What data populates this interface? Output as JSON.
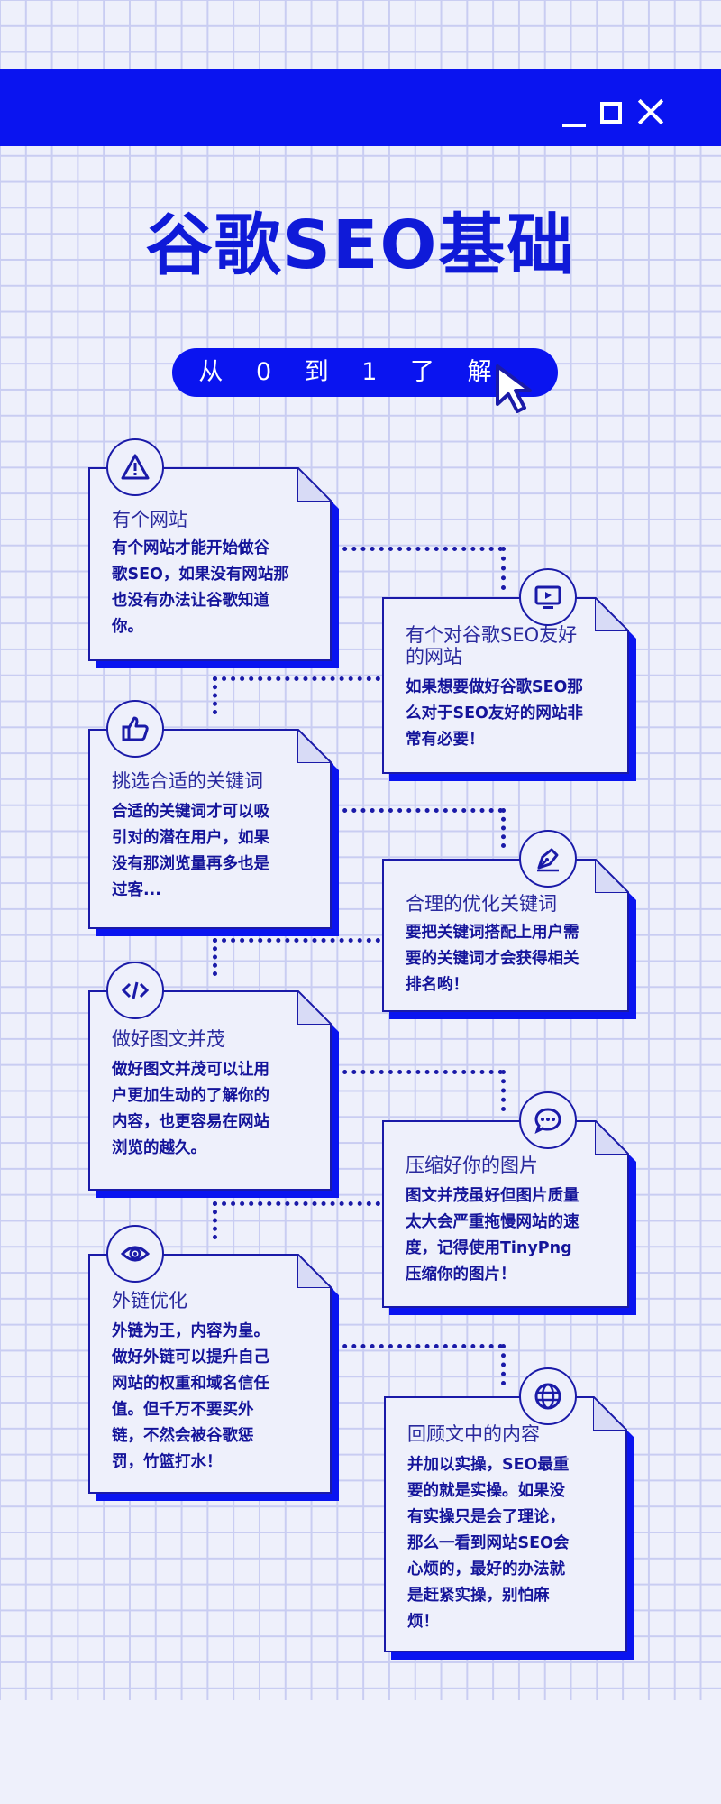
{
  "title": "谷歌SEO基础",
  "subtitle": "从 0 到 1 了 解",
  "window_controls": {
    "minimize": "minimize",
    "maximize": "maximize",
    "close": "close"
  },
  "cards": [
    {
      "title": "有个网站",
      "text": "有个网站才能开始做谷歌SEO，如果没有网站那也没有办法让谷歌知道你。",
      "icon": "warning-icon"
    },
    {
      "title": "有个对谷歌SEO友好的网站",
      "text": "如果想要做好谷歌SEO那么对于SEO友好的网站非常有必要！",
      "icon": "video-screen-icon"
    },
    {
      "title": "挑选合适的关键词",
      "text": "合适的关键词才可以吸引对的潜在用户，如果没有那浏览量再多也是过客...",
      "icon": "thumbs-up-icon"
    },
    {
      "title": "合理的优化关键词",
      "text": "要把关键词搭配上用户需要的关键词才会获得相关排名哟！",
      "icon": "pen-nib-icon"
    },
    {
      "title": "做好图文并茂",
      "text": "做好图文并茂可以让用户更加生动的了解你的内容，也更容易在网站浏览的越久。",
      "icon": "code-icon"
    },
    {
      "title": "压缩好你的图片",
      "text": "图文并茂虽好但图片质量太大会严重拖慢网站的速度，记得使用TinyPng压缩你的图片！",
      "icon": "chat-bubble-icon"
    },
    {
      "title": "外链优化",
      "text": "外链为王，内容为皇。做好外链可以提升自己网站的权重和域名信任值。但千万不要买外链，不然会被谷歌惩罚，竹篮打水！",
      "icon": "eye-icon"
    },
    {
      "title": "回顾文中的内容",
      "text": "并加以实操，SEO最重要的就是实操。如果没有实操只是会了理论，那么一看到网站SEO会心烦的，最好的办法就是赶紧实操，别怕麻烦！",
      "icon": "globe-icon"
    }
  ],
  "card_lines": [
    [
      "有个网站才能开始做谷",
      "歌SEO，如果没有网站那",
      "也没有办法让谷歌知道",
      "你。"
    ],
    [
      "如果想要做好谷歌SEO那",
      "么对于SEO友好的网站非",
      "常有必要！"
    ],
    [
      "合适的关键词才可以吸",
      "引对的潜在用户，如果",
      "没有那浏览量再多也是",
      "过客..."
    ],
    [
      "要把关键词搭配上用户需",
      "要的关键词才会获得相关",
      "排名哟！"
    ],
    [
      "做好图文并茂可以让用",
      "户更加生动的了解你的",
      "内容，也更容易在网站",
      "浏览的越久。"
    ],
    [
      "图文并茂虽好但图片质量",
      "太大会严重拖慢网站的速",
      "度，记得使用TinyPng",
      "压缩你的图片！"
    ],
    [
      "外链为王，内容为皇。",
      "做好外链可以提升自己",
      "网站的权重和域名信任",
      "值。但千万不要买外",
      "链，不然会被谷歌惩",
      "罚，竹篮打水！"
    ],
    [
      "并加以实操，SEO最重",
      "要的就是实操。如果没",
      "有实操只是会了理论，",
      "那么一看到网站SEO会",
      "心烦的，最好的办法就",
      "是赶紧实操，别怕麻",
      "烦！"
    ]
  ],
  "card_title_lines": [
    [
      "有个网站"
    ],
    [
      "有个对谷歌SEO友好",
      "的网站"
    ],
    [
      "挑选合适的关键词"
    ],
    [
      "合理的优化关键词"
    ],
    [
      "做好图文并茂"
    ],
    [
      "压缩好你的图片"
    ],
    [
      "外链优化"
    ],
    [
      "回顾文中的内容"
    ]
  ],
  "colors": {
    "accent": "#0a14f0",
    "ink": "#1a1aa8",
    "background": "#eef0fb",
    "grid": "#c9cdf2"
  }
}
